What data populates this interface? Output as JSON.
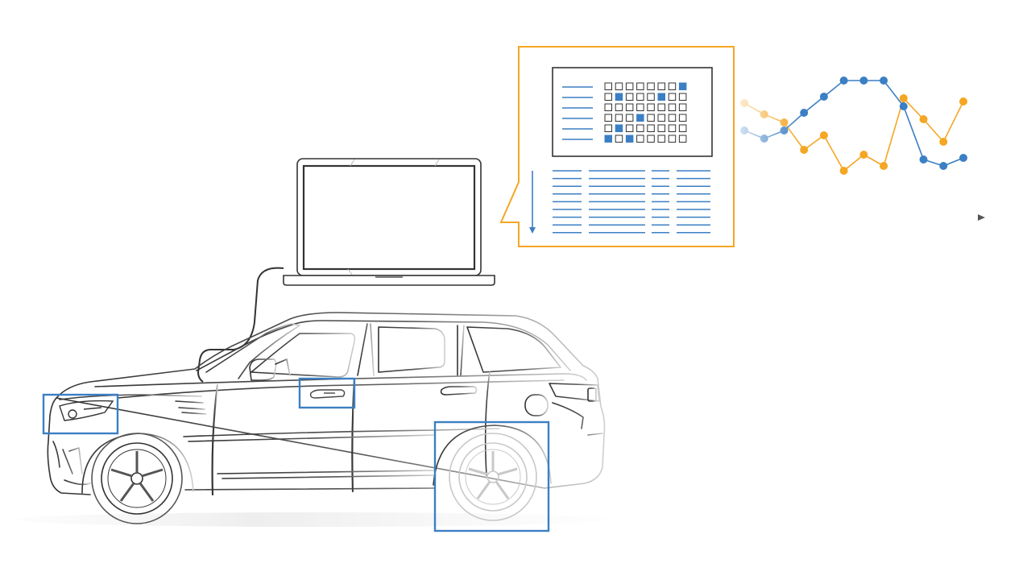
{
  "colors": {
    "outline": "#333333",
    "outline_faded": "#bdbdbd",
    "highlight_blue": "#3b7fc4",
    "accent_orange": "#f5a623",
    "axis_gray": "#777777",
    "shadow": "#f0f0f0"
  },
  "icons": {
    "laptop": "laptop-icon",
    "car": "car-illustration",
    "arrow": "timeline-arrow-icon"
  },
  "matrix": {
    "rows": 6,
    "cols": 8,
    "filled": [
      [
        0,
        7
      ],
      [
        1,
        1
      ],
      [
        1,
        5
      ],
      [
        3,
        3
      ],
      [
        4,
        1
      ],
      [
        5,
        0
      ],
      [
        5,
        2
      ]
    ]
  },
  "data_table": {
    "row_count": 9,
    "columns": 4
  },
  "highlights": [
    "headlight",
    "door-handle",
    "rear-wheel"
  ],
  "chart_data": {
    "type": "line",
    "x": [
      1,
      2,
      3,
      4,
      5,
      6,
      7,
      8,
      9,
      10,
      11,
      12
    ],
    "series": [
      {
        "color": "#f5a623",
        "values": [
          6.5,
          5.8,
          5.3,
          3.6,
          4.5,
          2.3,
          3.3,
          2.6,
          6.8,
          5.5,
          4.1,
          6.6
        ]
      },
      {
        "color": "#3b7fc4",
        "values": [
          4.8,
          4.3,
          4.8,
          5.9,
          6.9,
          7.9,
          7.9,
          7.9,
          6.3,
          3.0,
          2.6,
          3.1
        ]
      }
    ],
    "ylim": [
      0,
      10
    ],
    "grid": false,
    "legend": "none",
    "fade_in_from_left": true
  }
}
